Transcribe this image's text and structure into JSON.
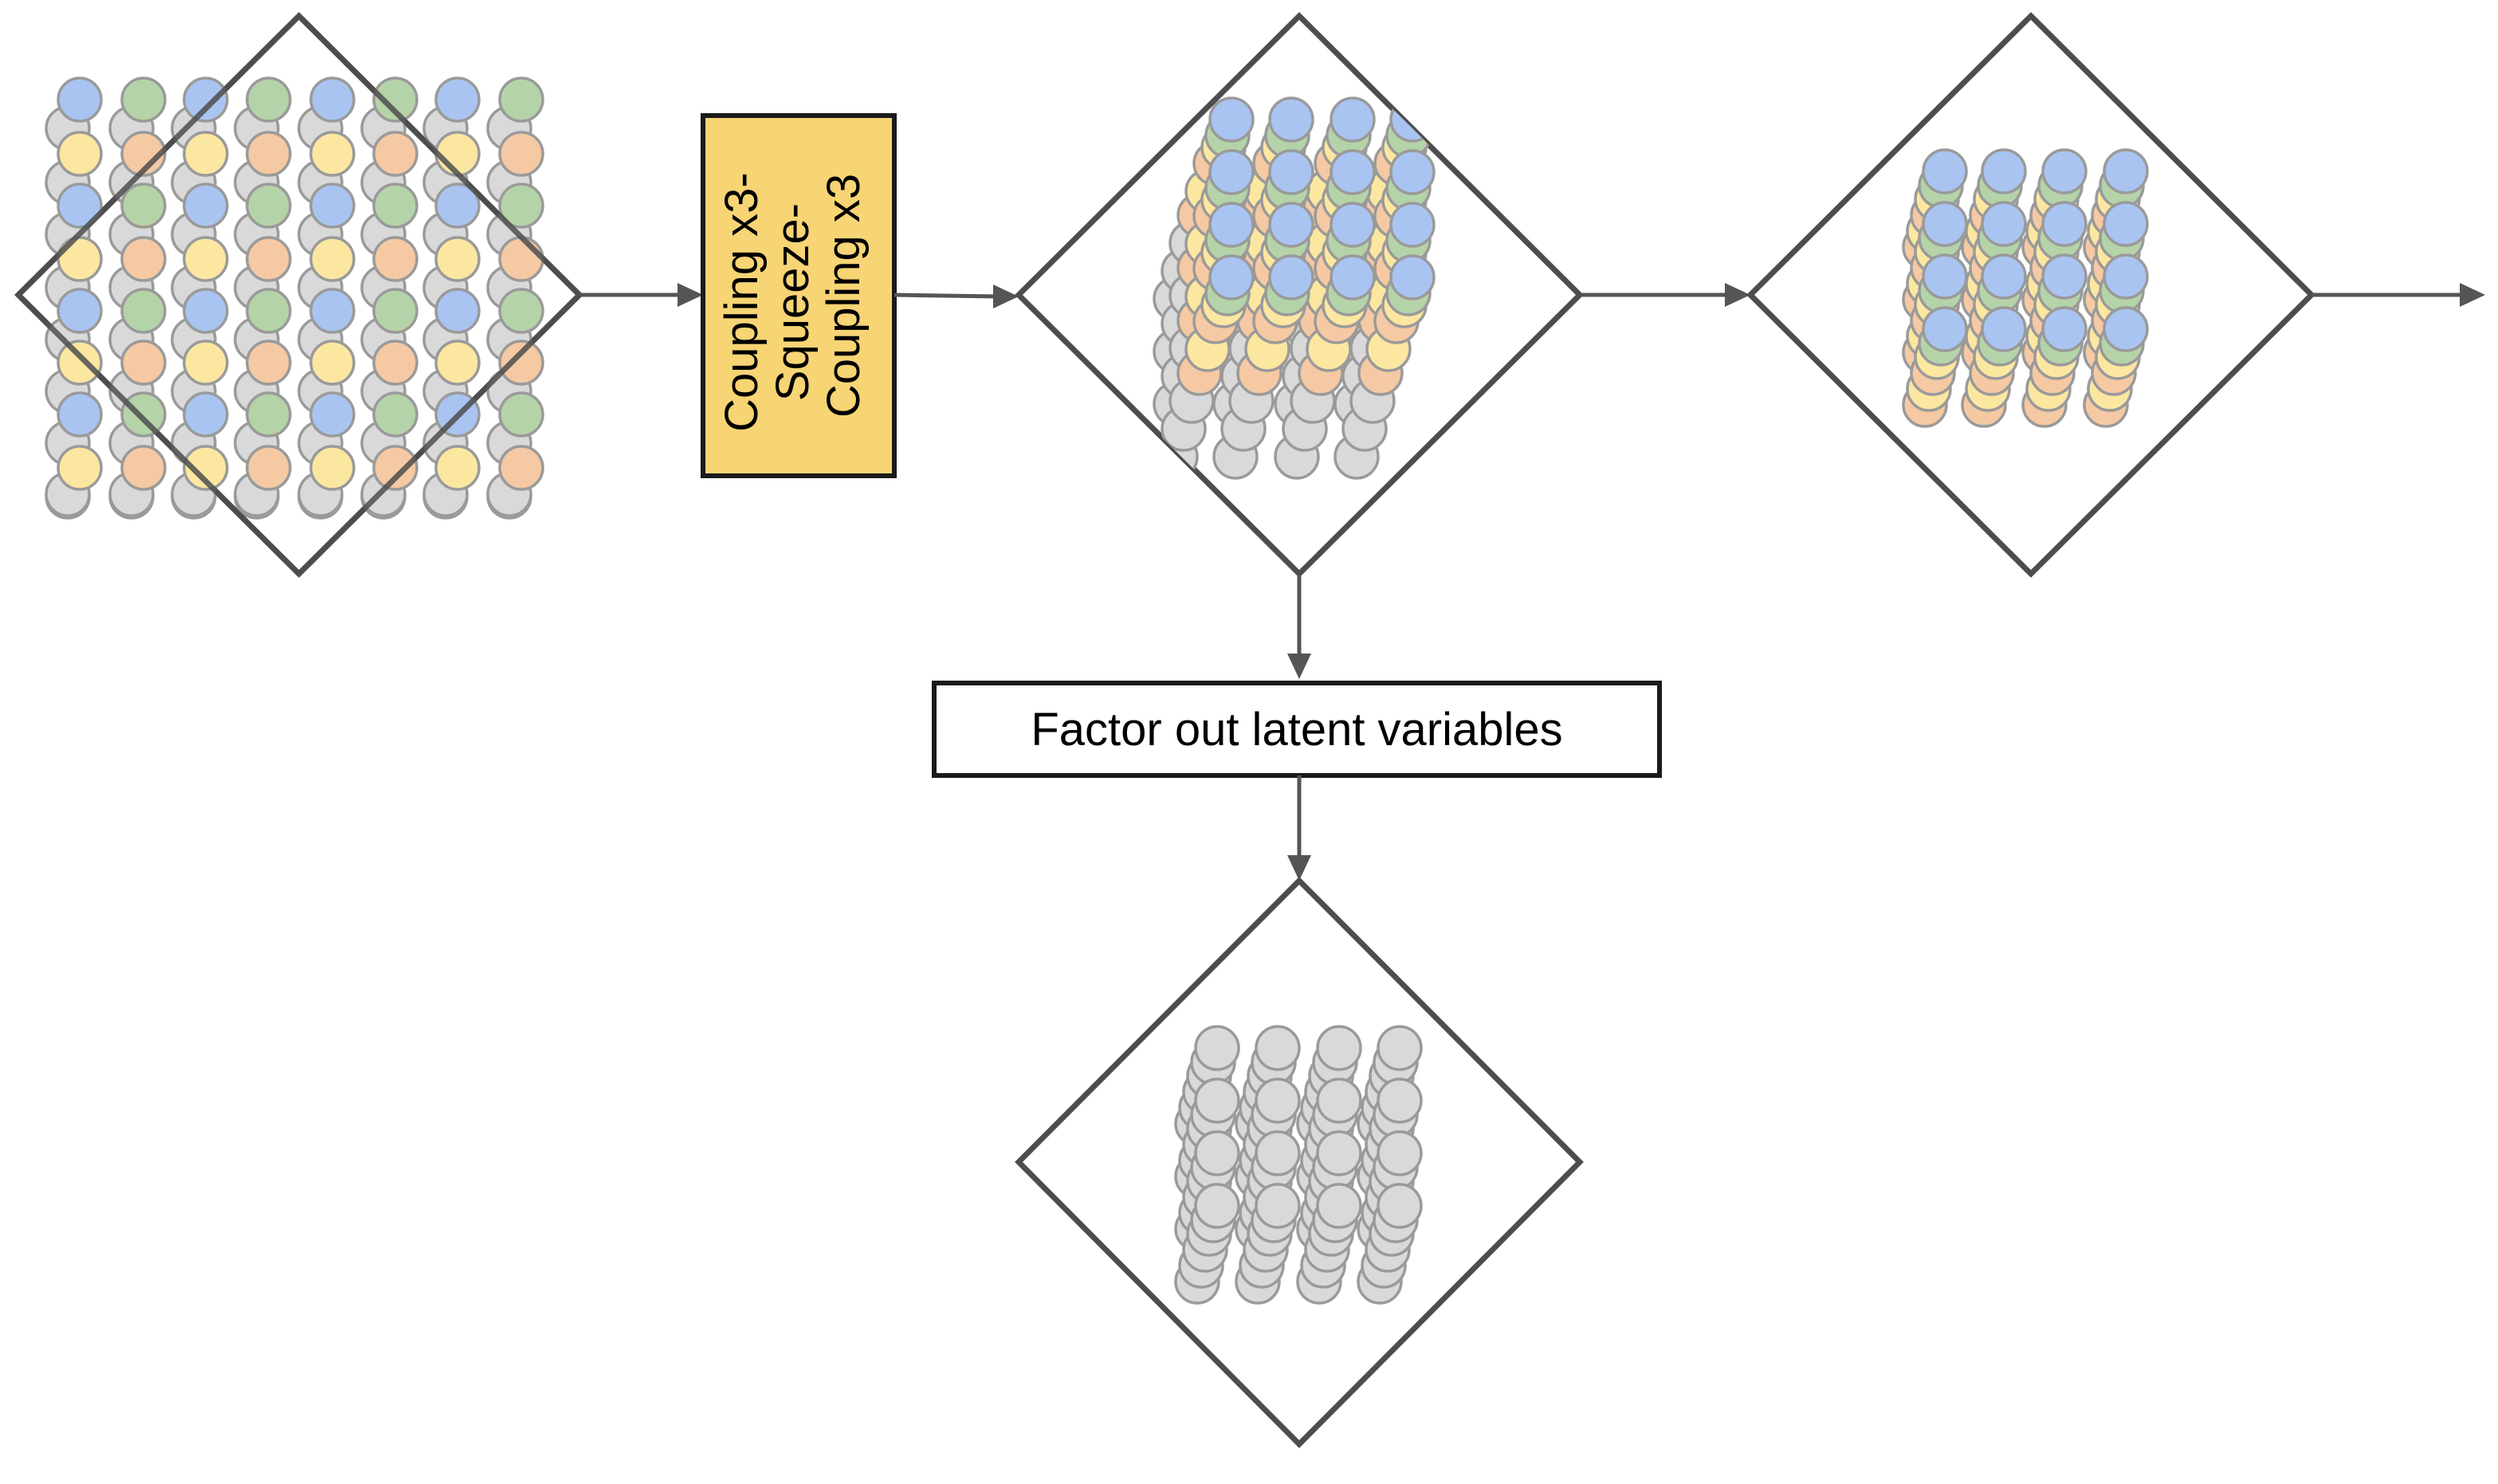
{
  "colors": {
    "blue": "#a9c4f1",
    "green": "#b5d3a8",
    "yellow": "#fce7a1",
    "orange": "#f5c9a3",
    "gray": "#d9d9d9",
    "box_fill": "#f7d474",
    "outline": "#4d4d4d"
  },
  "coupling_box": {
    "lines": [
      "Coupling x3-",
      "Squeeze-",
      "Coupling x3"
    ]
  },
  "factor_box": {
    "label": "Factor out latent variables"
  }
}
